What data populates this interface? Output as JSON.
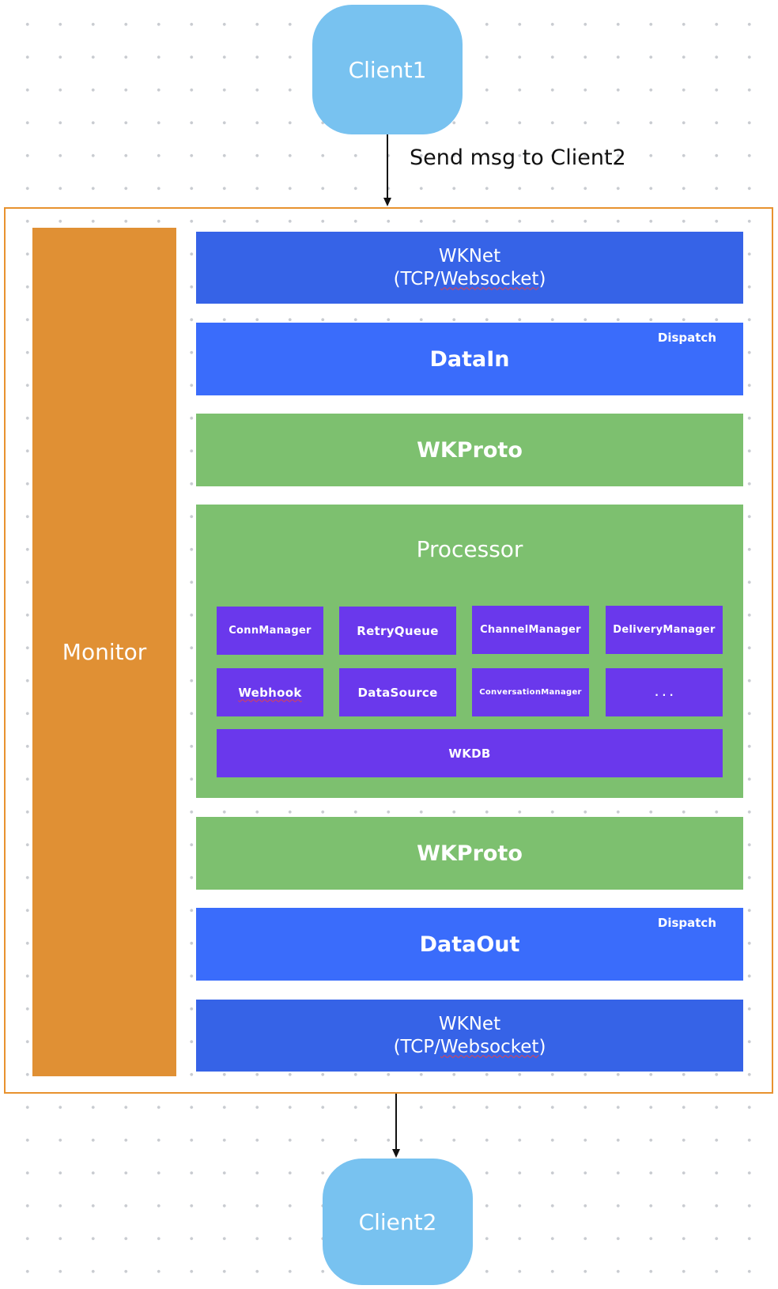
{
  "client_top": {
    "label": "Client1"
  },
  "send_label": "Send msg to Client2",
  "client_bottom": {
    "label": "Client2"
  },
  "monitor": {
    "label": "Monitor"
  },
  "layers": {
    "wknet_top": {
      "line1": "WKNet",
      "line2_pre": "(TCP/",
      "line2_mark": "Websocket",
      "line2_post": ")"
    },
    "datain": {
      "label": "DataIn",
      "tag": "Dispatch"
    },
    "wkproto_top": {
      "label": "WKProto"
    },
    "processor": {
      "title": "Processor",
      "modules": {
        "conn": "ConnManager",
        "retry": "RetryQueue",
        "channel": "ChannelManager",
        "delivery": "DeliveryManager",
        "webhook": "Webhook",
        "datasource": "DataSource",
        "conversation": "ConversationManager",
        "more": ". . .",
        "wkdb": "WKDB"
      }
    },
    "wkproto_bottom": {
      "label": "WKProto"
    },
    "dataout": {
      "label": "DataOut",
      "tag": "Dispatch"
    },
    "wknet_bottom": {
      "line1": "WKNet",
      "line2_pre": "(TCP/",
      "line2_mark": "Websocket",
      "line2_post": ")"
    }
  },
  "colors": {
    "client": "#78c2f0",
    "frame": "#e8922f",
    "monitor": "#e09034",
    "net": "#3663e7",
    "data": "#3a6cfb",
    "proto": "#7dc06f",
    "module": "#6a38ec"
  }
}
